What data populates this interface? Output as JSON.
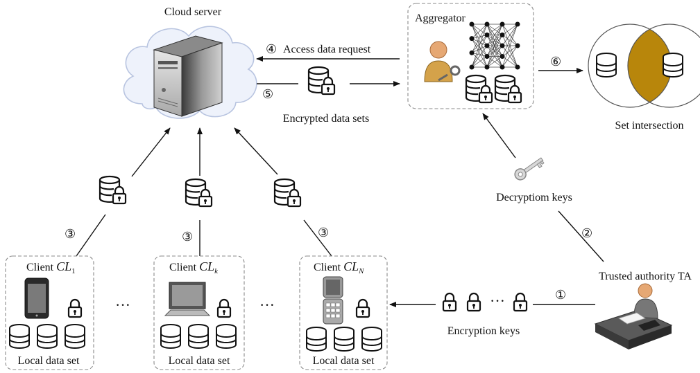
{
  "cloud": {
    "title": "Cloud server"
  },
  "aggregator": {
    "title": "Aggregator"
  },
  "set_intersection": {
    "label": "Set intersection",
    "overlap_color": "#b8860b"
  },
  "flows": {
    "step4": {
      "number": "④",
      "label": "Access data request"
    },
    "step5": {
      "number": "⑤",
      "label": "Encrypted data sets"
    },
    "step6": {
      "number": "⑥"
    },
    "step2": {
      "number": "②",
      "label": "Decryptiom keys"
    },
    "step1": {
      "number": "①",
      "label": "Encryption keys"
    },
    "step3": {
      "number": "③"
    }
  },
  "trusted_authority": {
    "label": "Trusted authority TA"
  },
  "clients": [
    {
      "prefix": "Client ",
      "name": "CL",
      "sub": "1",
      "device": "phone-icon",
      "dataset_label": "Local data set"
    },
    {
      "prefix": "Client ",
      "name": "CL",
      "sub": "k",
      "device": "desktop-icon",
      "dataset_label": "Local data set"
    },
    {
      "prefix": "Client ",
      "name": "CL",
      "sub": "N",
      "device": "flip-phone-icon",
      "dataset_label": "Local data set"
    }
  ],
  "ellipsis": "···"
}
